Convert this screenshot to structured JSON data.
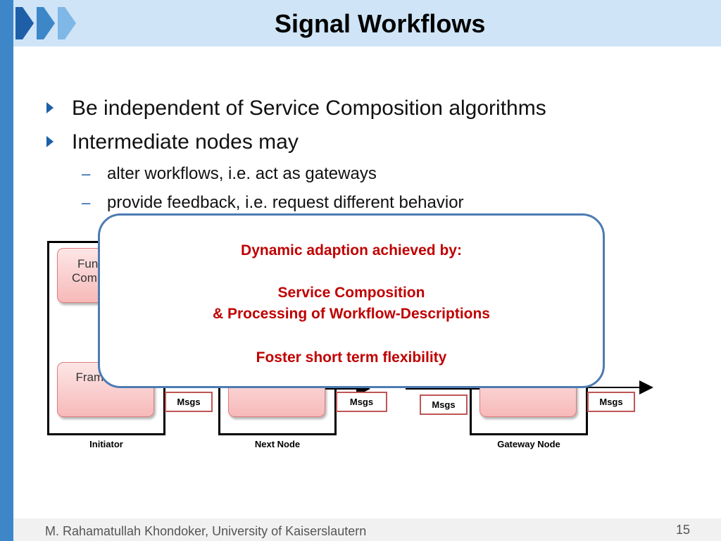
{
  "slide": {
    "title": "Signal Workflows",
    "bullets": [
      "Be independent of Service Composition algorithms",
      "Intermediate nodes may"
    ],
    "sub_bullets": [
      "alter workflows, i.e. act as gateways",
      "provide feedback, i.e. request different behavior"
    ]
  },
  "diagram": {
    "func_label_line1": "Fun",
    "func_label_line2": "Com",
    "framework_label": "Framework",
    "msgs_label": "Msgs",
    "nodes": [
      "Initiator",
      "Next Node",
      "Gateway Node"
    ]
  },
  "popup": {
    "line1": "Dynamic adaption achieved by:",
    "line2": "Service Composition",
    "line3": "& Processing of Workflow-Descriptions",
    "line4": "Foster short term flexibility"
  },
  "footer": {
    "author": "M. Rahamatullah Khondoker, University of Kaiserslautern",
    "page_number": "15"
  },
  "colors": {
    "accent_blue": "#3d87c9",
    "header_bg": "#cfe4f7",
    "popup_text": "#c00000",
    "popup_border": "#4d7bb3"
  }
}
